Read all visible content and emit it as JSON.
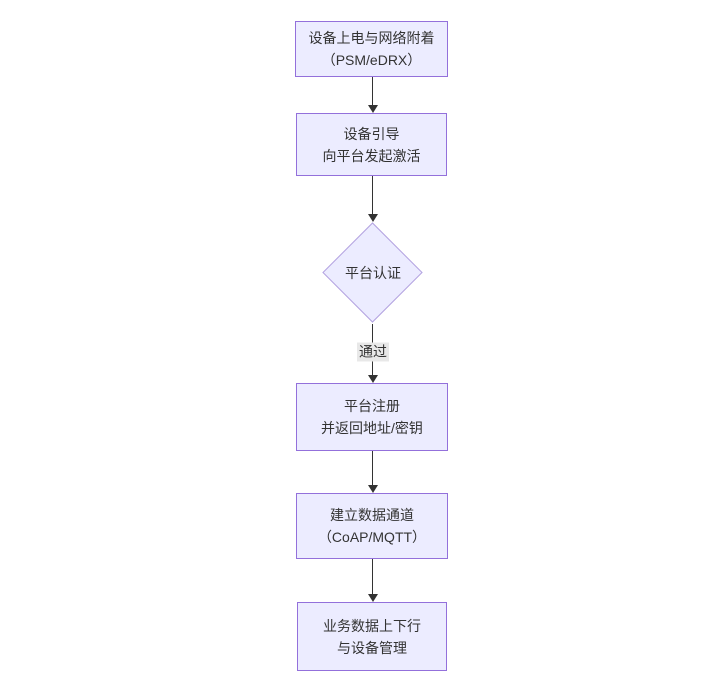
{
  "diagram": {
    "type": "flowchart",
    "direction": "top-down",
    "nodes": [
      {
        "id": "A",
        "shape": "rect",
        "lines": [
          "设备上电与网络附着",
          "（PSM/eDRX）"
        ]
      },
      {
        "id": "B",
        "shape": "rect",
        "lines": [
          "设备引导",
          "向平台发起激活"
        ]
      },
      {
        "id": "C",
        "shape": "diamond",
        "lines": [
          "平台认证"
        ]
      },
      {
        "id": "D",
        "shape": "rect",
        "lines": [
          "平台注册",
          "并返回地址/密钥"
        ]
      },
      {
        "id": "E",
        "shape": "rect",
        "lines": [
          "建立数据通道",
          "（CoAP/MQTT）"
        ]
      },
      {
        "id": "F",
        "shape": "rect",
        "lines": [
          "业务数据上下行",
          "与设备管理"
        ]
      }
    ],
    "edges": [
      {
        "from": "A",
        "to": "B",
        "label": ""
      },
      {
        "from": "B",
        "to": "C",
        "label": ""
      },
      {
        "from": "C",
        "to": "D",
        "label": "通过"
      },
      {
        "from": "D",
        "to": "E",
        "label": ""
      },
      {
        "from": "E",
        "to": "F",
        "label": ""
      }
    ],
    "colors": {
      "node_fill": "#ECECFF",
      "node_border": "#9370DB",
      "diamond_border": "#b3a2e0",
      "edge_line": "#333333",
      "edge_label_bg": "#e8e8e8",
      "text": "#333333",
      "background": "#ffffff"
    }
  }
}
